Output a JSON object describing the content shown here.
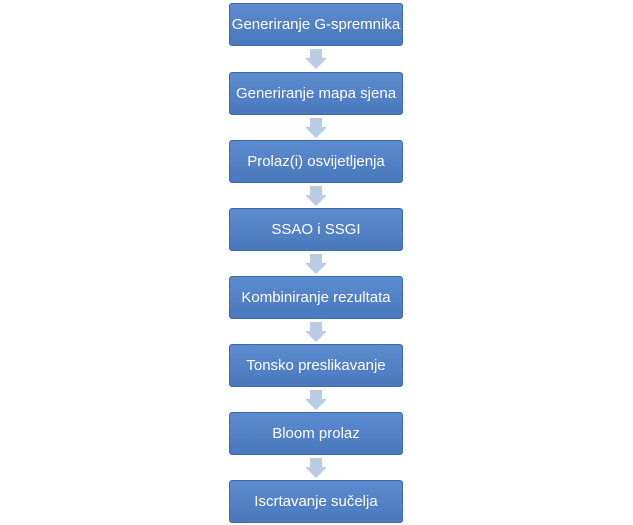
{
  "flowchart": {
    "steps": [
      "Generiranje G-spremnika",
      "Generiranje mapa sjena",
      "Prolaz(i) osvijetljenja",
      "SSAO i SSGI",
      "Kombiniranje rezultata",
      "Tonsko preslikavanje",
      "Bloom prolaz",
      "Iscrtavanje sučelja"
    ]
  },
  "colors": {
    "box_fill": "#4f7fc4",
    "arrow_fill": "#b9cbe5",
    "text": "#ffffff"
  }
}
